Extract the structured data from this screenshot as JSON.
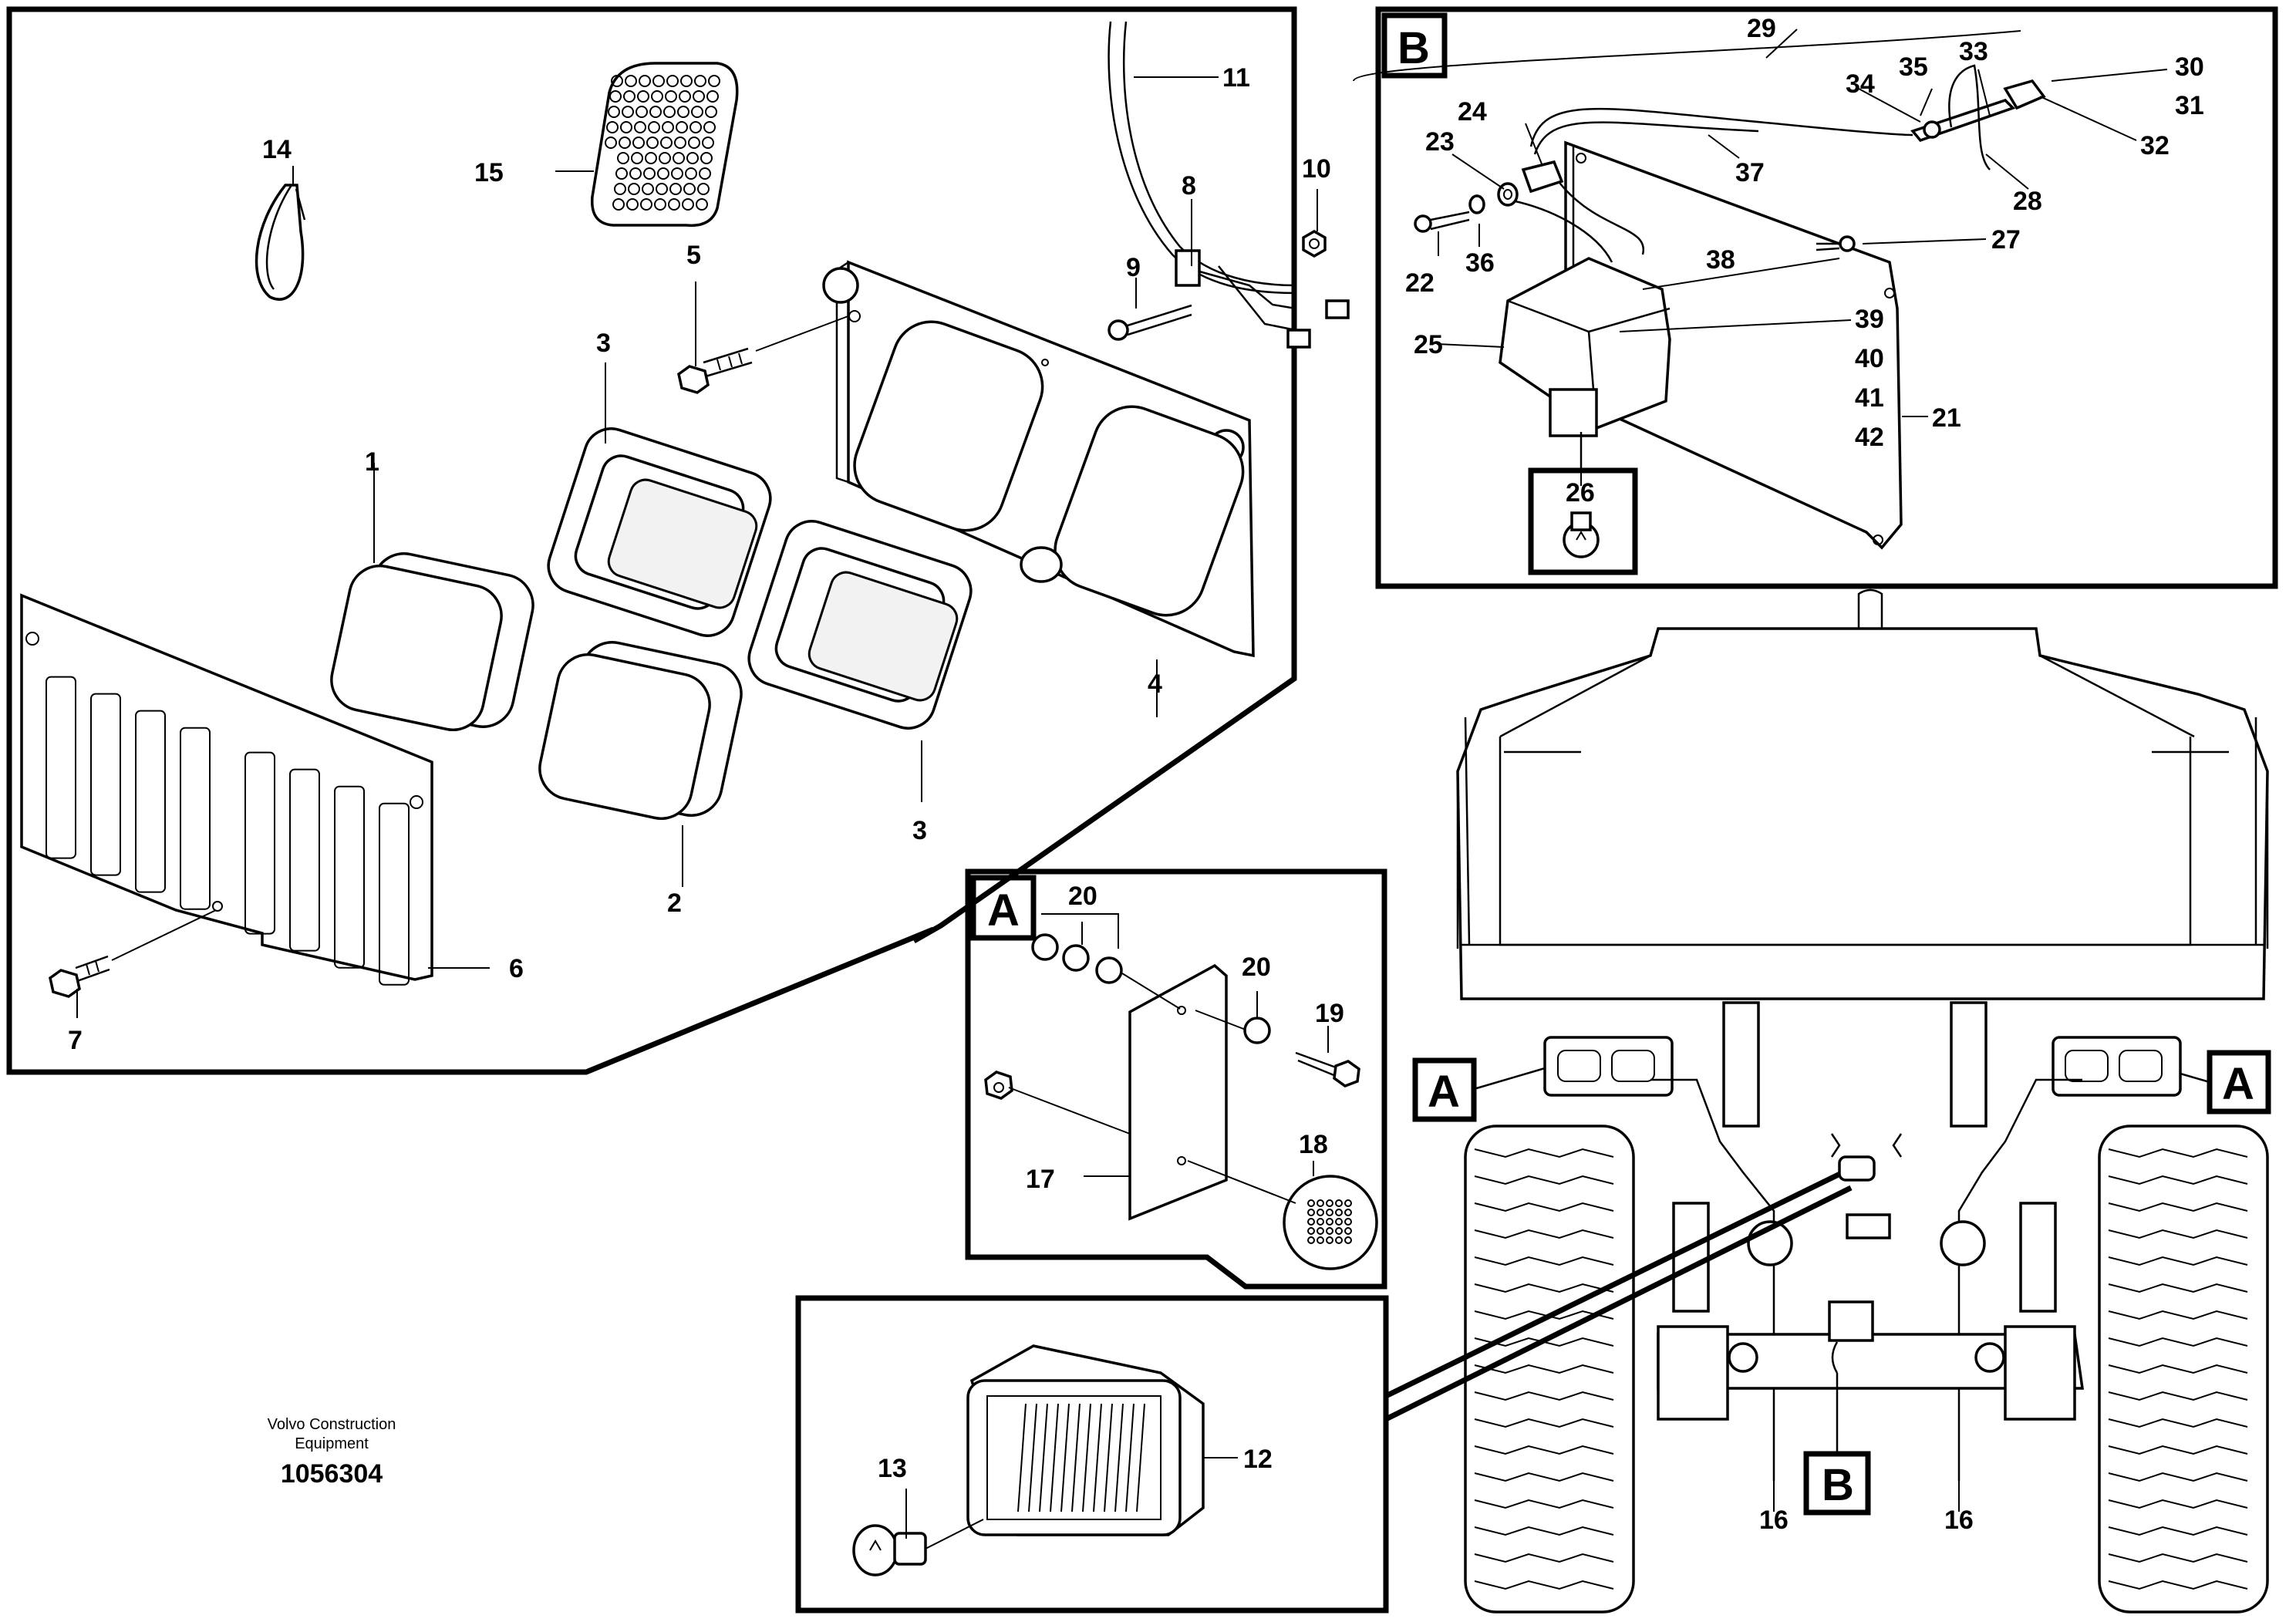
{
  "callouts": {
    "c1": "1",
    "c2": "2",
    "c3a": "3",
    "c3b": "3",
    "c4": "4",
    "c5": "5",
    "c6": "6",
    "c7": "7",
    "c8": "8",
    "c9": "9",
    "c10": "10",
    "c11": "11",
    "c12": "12",
    "c13": "13",
    "c14": "14",
    "c15": "15",
    "c16a": "16",
    "c16b": "16",
    "c17": "17",
    "c18": "18",
    "c19": "19",
    "c20a": "20",
    "c20b": "20",
    "c21": "21",
    "c22": "22",
    "c23": "23",
    "c24": "24",
    "c25": "25",
    "c26": "26",
    "c27": "27",
    "c28": "28",
    "c29": "29",
    "c30": "30",
    "c31": "31",
    "c32": "32",
    "c33": "33",
    "c34": "34",
    "c35": "35",
    "c36": "36",
    "c37": "37",
    "c38": "38",
    "c39": "39",
    "c40": "40",
    "c41": "41",
    "c42": "42"
  },
  "detail_labels": {
    "a_inset": "A",
    "b_inset": "B",
    "a_left": "A",
    "a_right": "A",
    "b_vehicle": "B"
  },
  "caption": {
    "line1": "Volvo Construction",
    "line2": "Equipment",
    "document_number": "1056304"
  }
}
